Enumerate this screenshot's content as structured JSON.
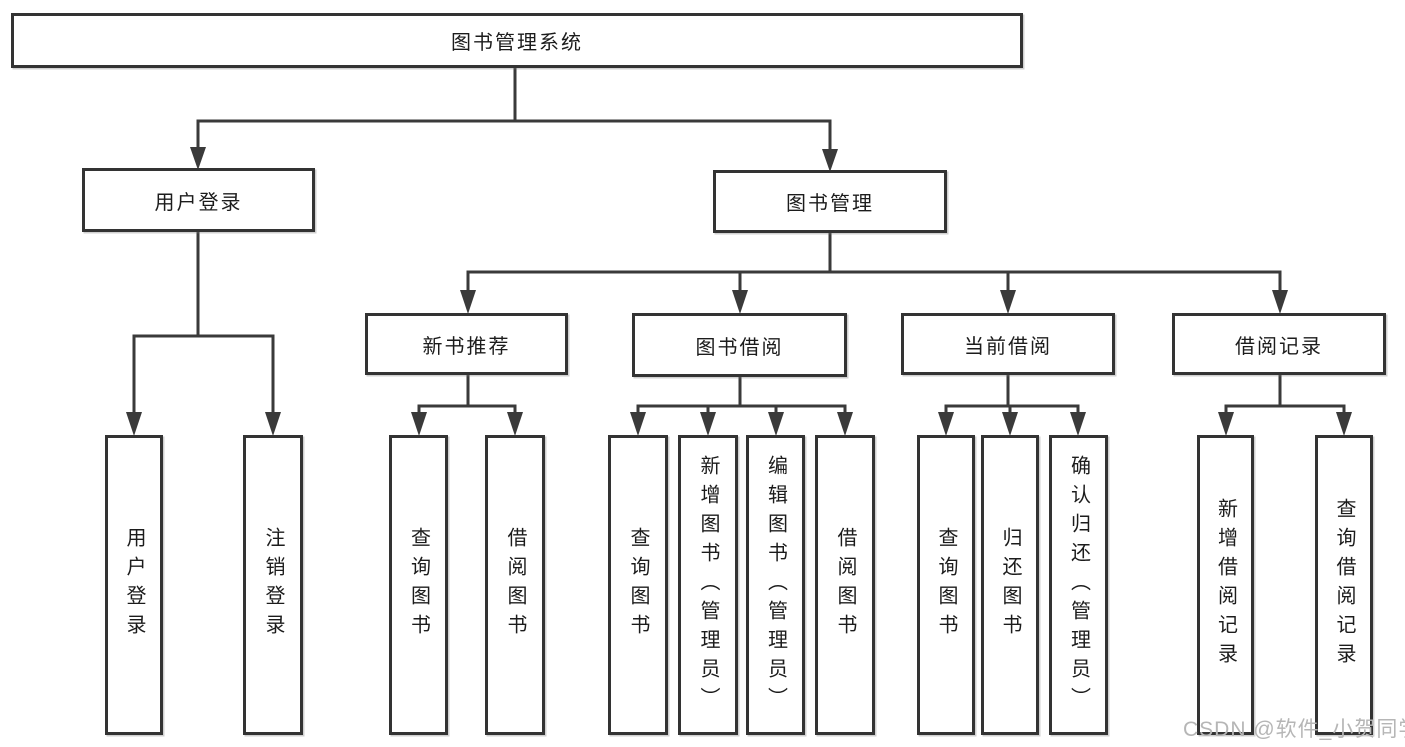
{
  "tree": {
    "root": {
      "label": "图书管理系统",
      "children": [
        {
          "label": "用户登录",
          "children": [
            {
              "label": "用户登录"
            },
            {
              "label": "注销登录"
            }
          ]
        },
        {
          "label": "图书管理",
          "children": [
            {
              "label": "新书推荐",
              "children": [
                {
                  "label": "查询图书"
                },
                {
                  "label": "借阅图书"
                }
              ]
            },
            {
              "label": "图书借阅",
              "children": [
                {
                  "label": "查询图书"
                },
                {
                  "label": "新增图书（管理员）"
                },
                {
                  "label": "编辑图书（管理员）"
                },
                {
                  "label": "借阅图书"
                }
              ]
            },
            {
              "label": "当前借阅",
              "children": [
                {
                  "label": "查询图书"
                },
                {
                  "label": "归还图书"
                },
                {
                  "label": "确认归还（管理员）"
                }
              ]
            },
            {
              "label": "借阅记录",
              "children": [
                {
                  "label": "新增借阅记录"
                },
                {
                  "label": "查询借阅记录"
                }
              ]
            }
          ]
        }
      ]
    }
  },
  "watermark": "CSDN @软件_小贺同学",
  "colors": {
    "line": "#3a3a3a",
    "box_border": "#333333",
    "text": "#1c1c1c",
    "watermark": "#b6b6b6",
    "background": "#ffffff"
  }
}
